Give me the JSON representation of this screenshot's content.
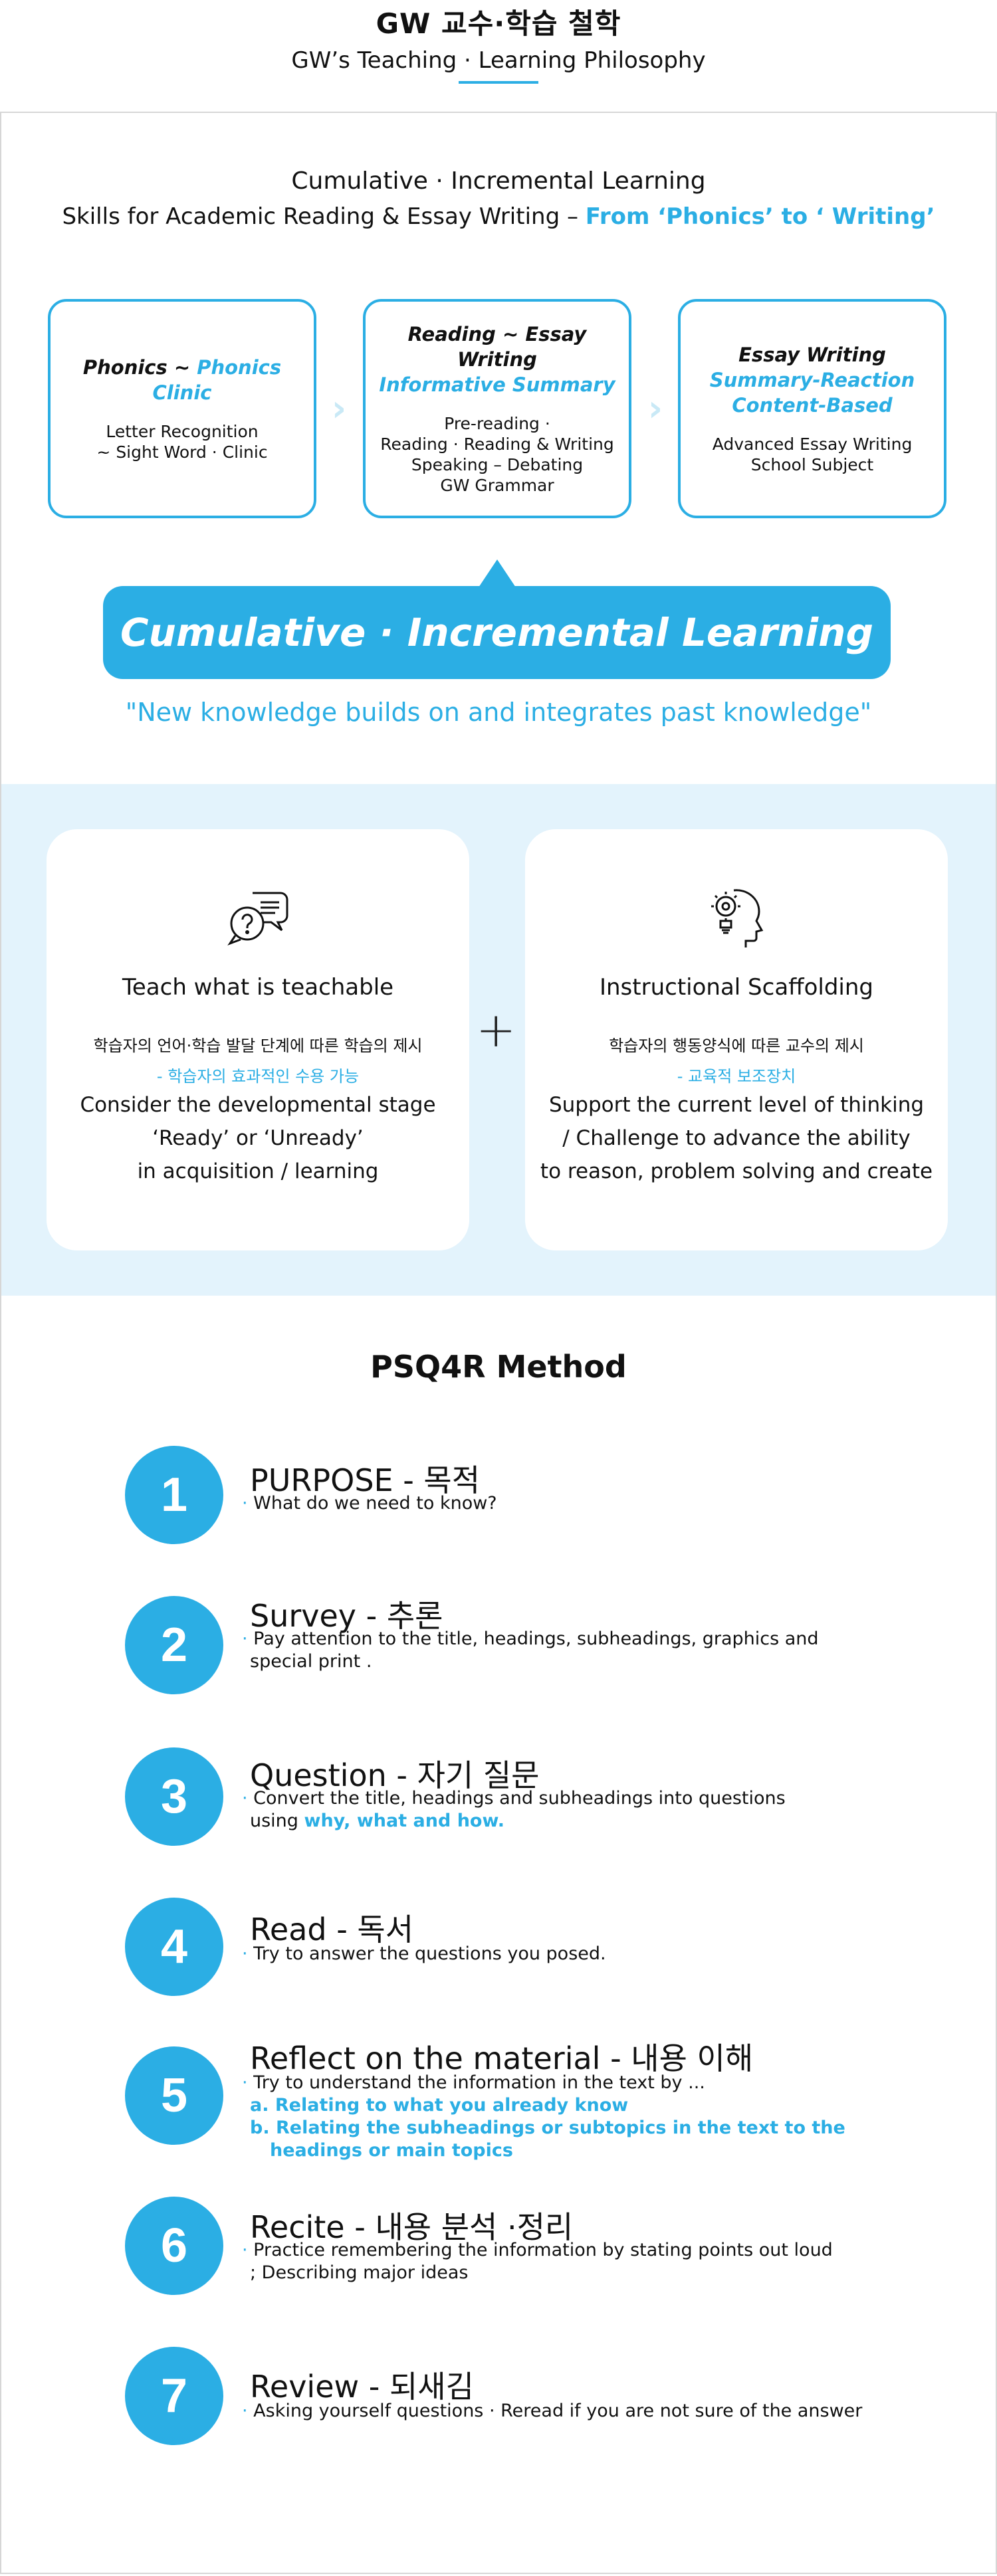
{
  "header": {
    "title": "GW 교수·학습 철학",
    "subtitle": "GW’s Teaching · Learning Philosophy"
  },
  "section1": {
    "line1": "Cumulative · Incremental Learning",
    "line2_black": "Skills for Academic Reading & Essay Writing – ",
    "line2_blue": "From ‘Phonics’ to ‘ Writing’",
    "stages": [
      {
        "title_black": "Phonics ~ ",
        "title_blue": "Phonics Clinic",
        "desc": [
          "Letter Recognition",
          "~ Sight Word · Clinic"
        ]
      },
      {
        "title_black": "Reading ~ Essay Writing",
        "title_blue": "Informative Summary",
        "desc": [
          "Pre-reading ·",
          "Reading · Reading & Writing",
          "Speaking – Debating",
          "GW Grammar"
        ]
      },
      {
        "title_black": "Essay Writing",
        "title_blue": "Summary-Reaction",
        "title_blue2": "Content-Based",
        "desc": [
          "Advanced Essay Writing",
          "School Subject"
        ]
      }
    ],
    "banner": "Cumulative · Incremental Learning",
    "quote": "\"New knowledge builds on and integrates past knowledge\""
  },
  "section2": {
    "cards": [
      {
        "icon": "question-chat-icon",
        "title": "Teach what is teachable",
        "ko1": "학습자의 언어·학습 발달 단계에 따른 학습의 제시",
        "ko2": "- 학습자의 효과적인 수용 가능",
        "en": [
          "Consider the developmental stage",
          "‘Ready’ or ‘Unready’",
          "in acquisition / learning"
        ]
      },
      {
        "icon": "head-gear-bulb-icon",
        "title": "Instructional Scaffolding",
        "ko1": "학습자의 행동양식에 따른 교수의 제시",
        "ko2": "- 교육적 보조장치",
        "en": [
          "Support the current level of thinking",
          "/ Challenge to advance the ability",
          "to reason, problem solving and create"
        ]
      }
    ],
    "plus": "+"
  },
  "psq4r": {
    "title": "PSQ4R Method",
    "steps": [
      {
        "num": "1",
        "head": "PURPOSE - 목적",
        "lines": [
          "What do we need to know?"
        ]
      },
      {
        "num": "2",
        "head": "Survey - 추론",
        "lines": [
          "Pay attention to the title, headings, subheadings, graphics and",
          "special print ."
        ]
      },
      {
        "num": "3",
        "head": "Question - 자기 질문",
        "lines": [
          "Convert the title, headings and subheadings into questions",
          "using "
        ],
        "blue_tail": "why, what and how."
      },
      {
        "num": "4",
        "head": "Read - 독서",
        "lines": [
          "Try to answer the questions you posed."
        ]
      },
      {
        "num": "5",
        "head": "Reflect on the material - 내용 이해",
        "lines": [
          "Try to understand the information in the text by ..."
        ],
        "subs": [
          "a. Relating to what you already know",
          "b. Relating the subheadings or subtopics in the text to the",
          "headings or main topics"
        ]
      },
      {
        "num": "6",
        "head": "Recite - 내용 분석 ·정리",
        "lines": [
          "Practice remembering the information by stating points out loud",
          "; Describing major ideas"
        ]
      },
      {
        "num": "7",
        "head": "Review - 되새김",
        "lines": [
          "Asking yourself questions · Reread if you are not sure of the answer"
        ]
      }
    ]
  }
}
